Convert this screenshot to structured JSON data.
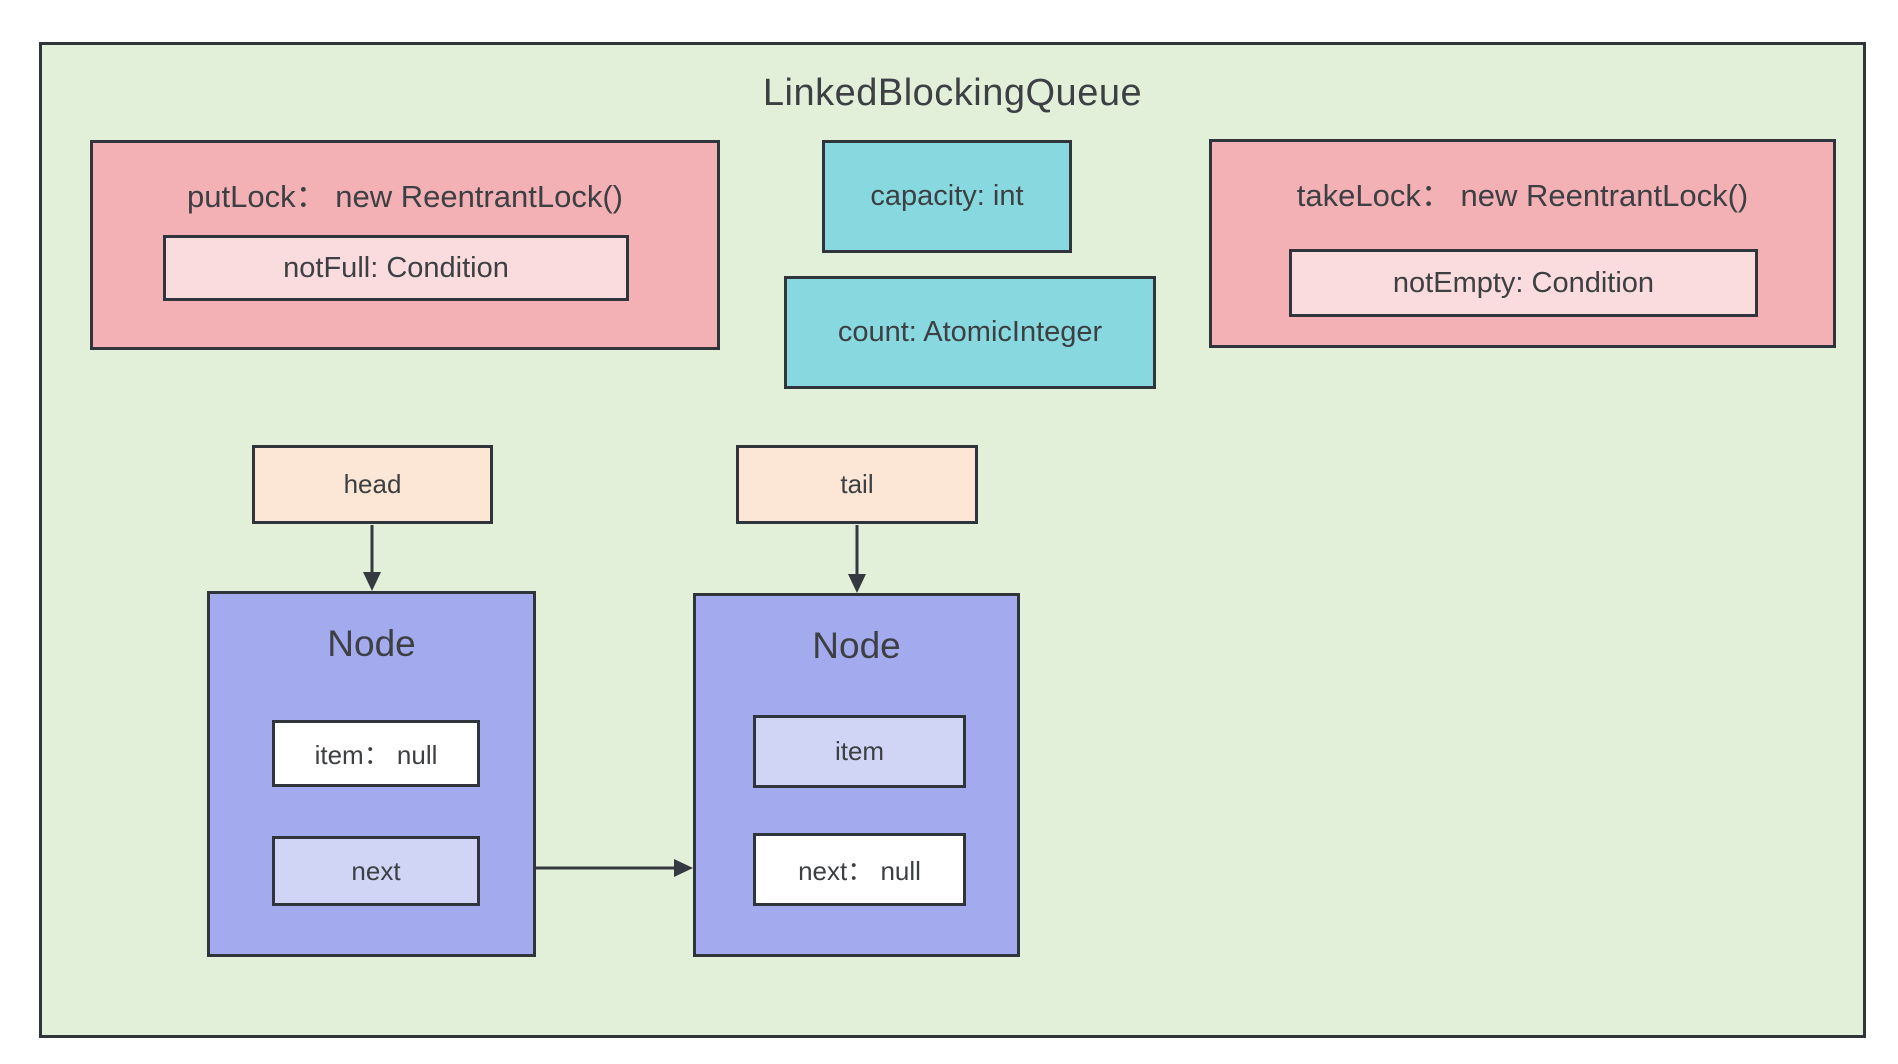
{
  "diagram": {
    "title": "LinkedBlockingQueue",
    "put_lock": {
      "label": "putLock： new ReentrantLock()",
      "condition": "notFull: Condition"
    },
    "take_lock": {
      "label": "takeLock： new ReentrantLock()",
      "condition": "notEmpty: Condition"
    },
    "fields": {
      "capacity": "capacity: int",
      "count": "count: AtomicInteger"
    },
    "pointers": {
      "head": "head",
      "tail": "tail"
    },
    "head_node": {
      "title": "Node",
      "item": "item： null",
      "next": "next"
    },
    "tail_node": {
      "title": "Node",
      "item": "item",
      "next": "next： null"
    },
    "colors": {
      "canvas_background": "#ffffff",
      "container_fill": "#e2f0da",
      "lock_fill": "#f3b1b5",
      "condition_fill": "#fadbde",
      "field_fill": "#88d8e0",
      "pointer_fill": "#fce6d5",
      "node_fill": "#a3aaee",
      "pointer_cell_fill": "#d0d5f6",
      "value_cell_fill": "#ffffff",
      "border": "#2f353b",
      "arrow": "#343a40",
      "text": "#3d4043"
    }
  }
}
